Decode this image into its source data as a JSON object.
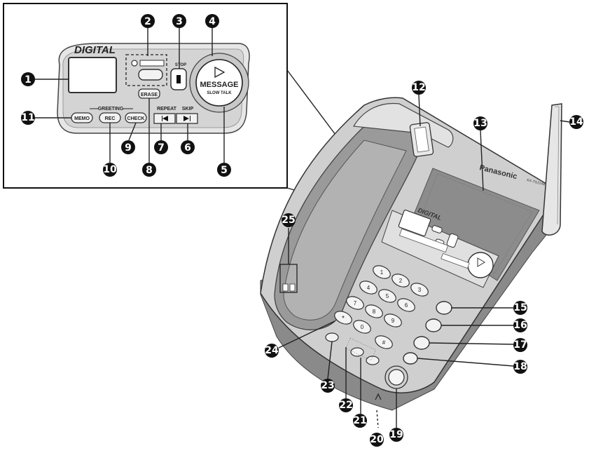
{
  "panel": {
    "brand": "DIGITAL",
    "stop": "STOP",
    "message": "MESSAGE",
    "slowtalk": "SLOW TALK",
    "erase": "ERASE",
    "greeting": "GREETING",
    "memo": "MEMO",
    "rec": "REC",
    "check": "CHECK",
    "repeat": "REPEAT",
    "skip": "SKIP"
  },
  "base": {
    "brand": "Panasonic",
    "model": "KX-TG2248",
    "digital": "DIGITAL",
    "keys": [
      "1",
      "2",
      "3",
      "4",
      "5",
      "6",
      "7",
      "8",
      "9",
      "*",
      "0",
      "#"
    ]
  },
  "callouts": [
    "1",
    "2",
    "3",
    "4",
    "5",
    "6",
    "7",
    "8",
    "9",
    "10",
    "11",
    "12",
    "13",
    "14",
    "15",
    "16",
    "17",
    "18",
    "19",
    "20",
    "21",
    "22",
    "23",
    "24",
    "25"
  ]
}
